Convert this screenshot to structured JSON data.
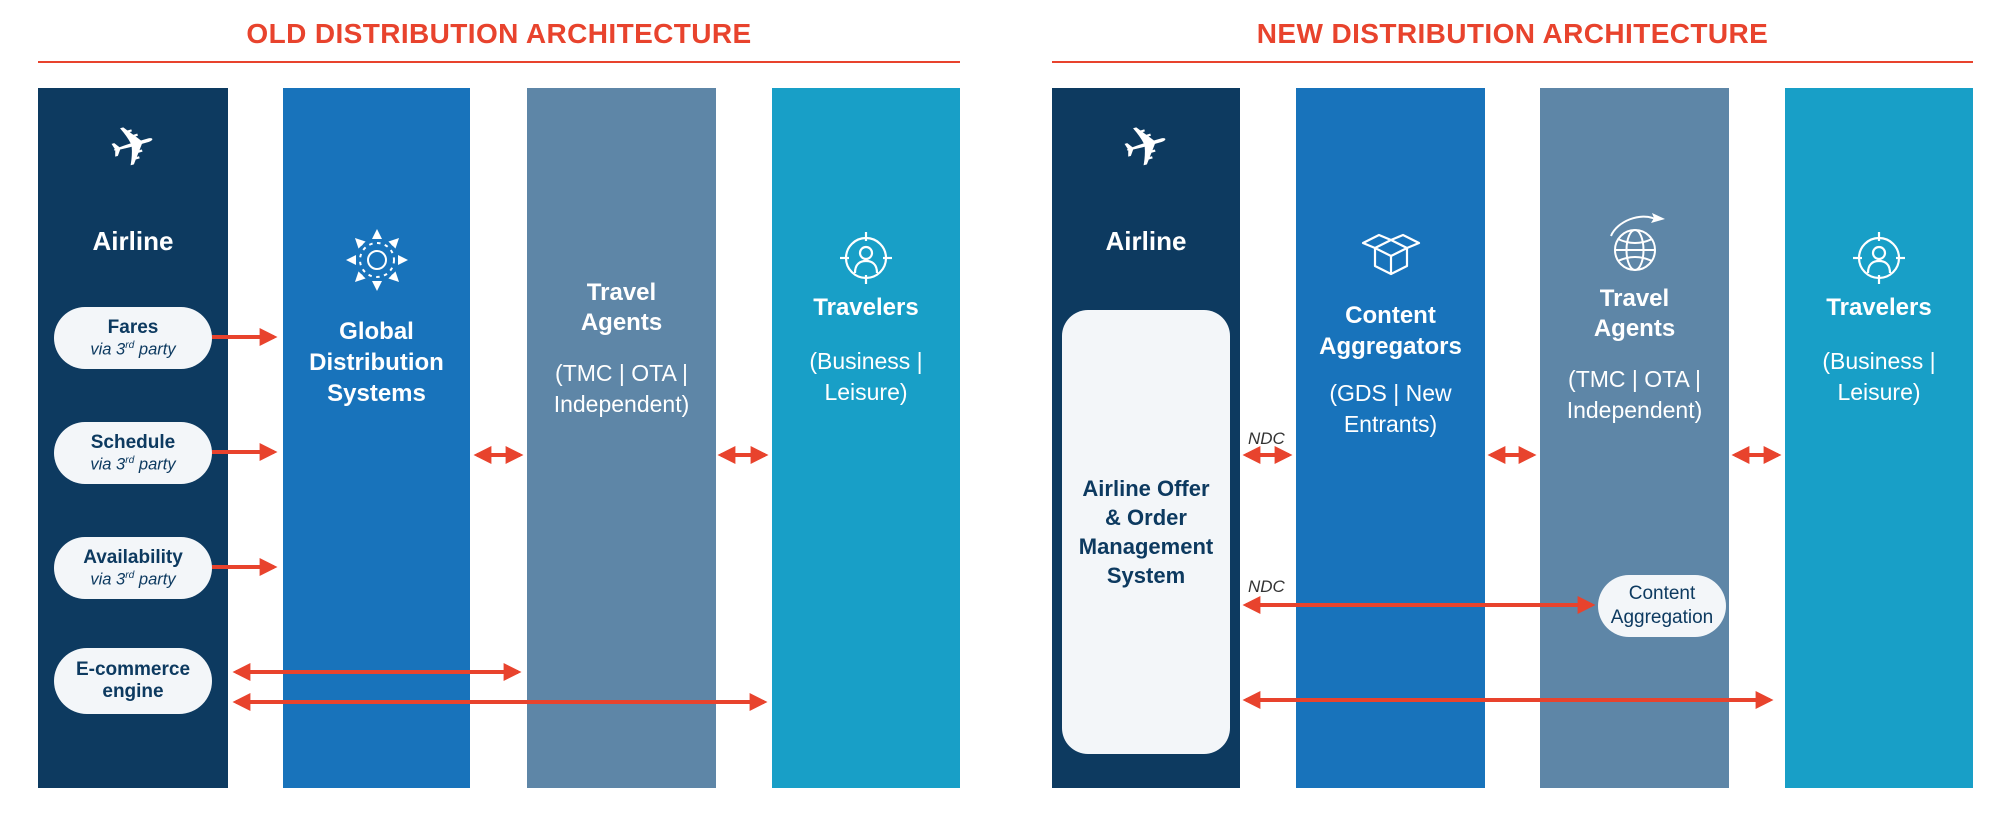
{
  "colors": {
    "navy": "#0d3a60",
    "blue": "#1873bb",
    "steel_blue": "#5e86a7",
    "cyan": "#189fc7",
    "accent_red": "#e8432d",
    "pill_bg": "#f3f6f9",
    "background": "#ffffff"
  },
  "old": {
    "title": "OLD DISTRIBUTION ARCHITECTURE",
    "airline": {
      "icon": "airplane-icon",
      "plane_glyph": "✈",
      "label": "Airline",
      "pills": [
        {
          "title": "Fares",
          "sub_pre": "via 3",
          "sub_sup": "rd",
          "sub_post": " party"
        },
        {
          "title": "Schedule",
          "sub_pre": "via 3",
          "sub_sup": "rd",
          "sub_post": " party"
        },
        {
          "title": "Availability",
          "sub_pre": "via 3",
          "sub_sup": "rd",
          "sub_post": " party"
        },
        {
          "title": "E-commerce engine"
        }
      ]
    },
    "gds": {
      "icon": "distribution-hub-icon",
      "lines": [
        "Global",
        "Distribution",
        "Systems"
      ]
    },
    "agents": {
      "title_lines": [
        "Travel",
        "Agents"
      ],
      "sub_lines": [
        "(TMC | OTA |",
        "Independent)"
      ]
    },
    "travelers": {
      "icon": "traveler-icon",
      "title": "Travelers",
      "sub_lines": [
        "(Business |",
        "Leisure)"
      ]
    }
  },
  "new": {
    "title": "NEW DISTRIBUTION ARCHITECTURE",
    "airline": {
      "icon": "airplane-icon",
      "plane_glyph": "✈",
      "label": "Airline",
      "box_lines": [
        "Airline Offer",
        "& Order",
        "Management",
        "System"
      ]
    },
    "aggregators": {
      "icon": "open-box-icon",
      "title_lines": [
        "Content",
        "Aggregators"
      ],
      "sub_lines": [
        "(GDS | New",
        "Entrants)"
      ]
    },
    "agents": {
      "icon": "globe-plane-icon",
      "title_lines": [
        "Travel",
        "Agents"
      ],
      "sub_lines": [
        "(TMC | OTA |",
        "Independent)"
      ],
      "pill_lines": [
        "Content",
        "Aggregation"
      ]
    },
    "travelers": {
      "icon": "traveler-icon",
      "title": "Travelers",
      "sub_lines": [
        "(Business |",
        "Leisure)"
      ]
    },
    "ndc_labels": {
      "upper": "NDC",
      "lower": "NDC"
    }
  }
}
